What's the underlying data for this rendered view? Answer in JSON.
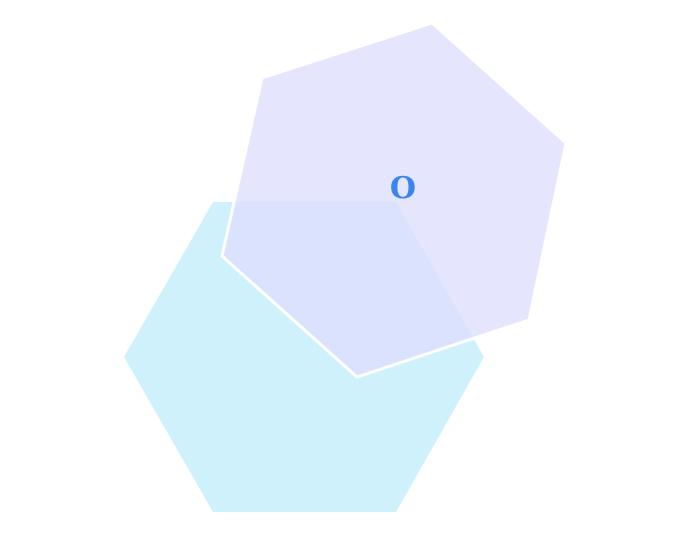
{
  "diagram": {
    "shapes": [
      {
        "id": "hexagon-lower",
        "kind": "hexagon",
        "fill": "#c6effc",
        "fill_opacity": 0.85
      },
      {
        "id": "hexagon-upper",
        "kind": "hexagon",
        "fill": "#dedefd",
        "fill_opacity": 0.78,
        "stroke": "#ffffff"
      }
    ],
    "center_label": {
      "text": "O",
      "color": "#3a86f0"
    }
  }
}
